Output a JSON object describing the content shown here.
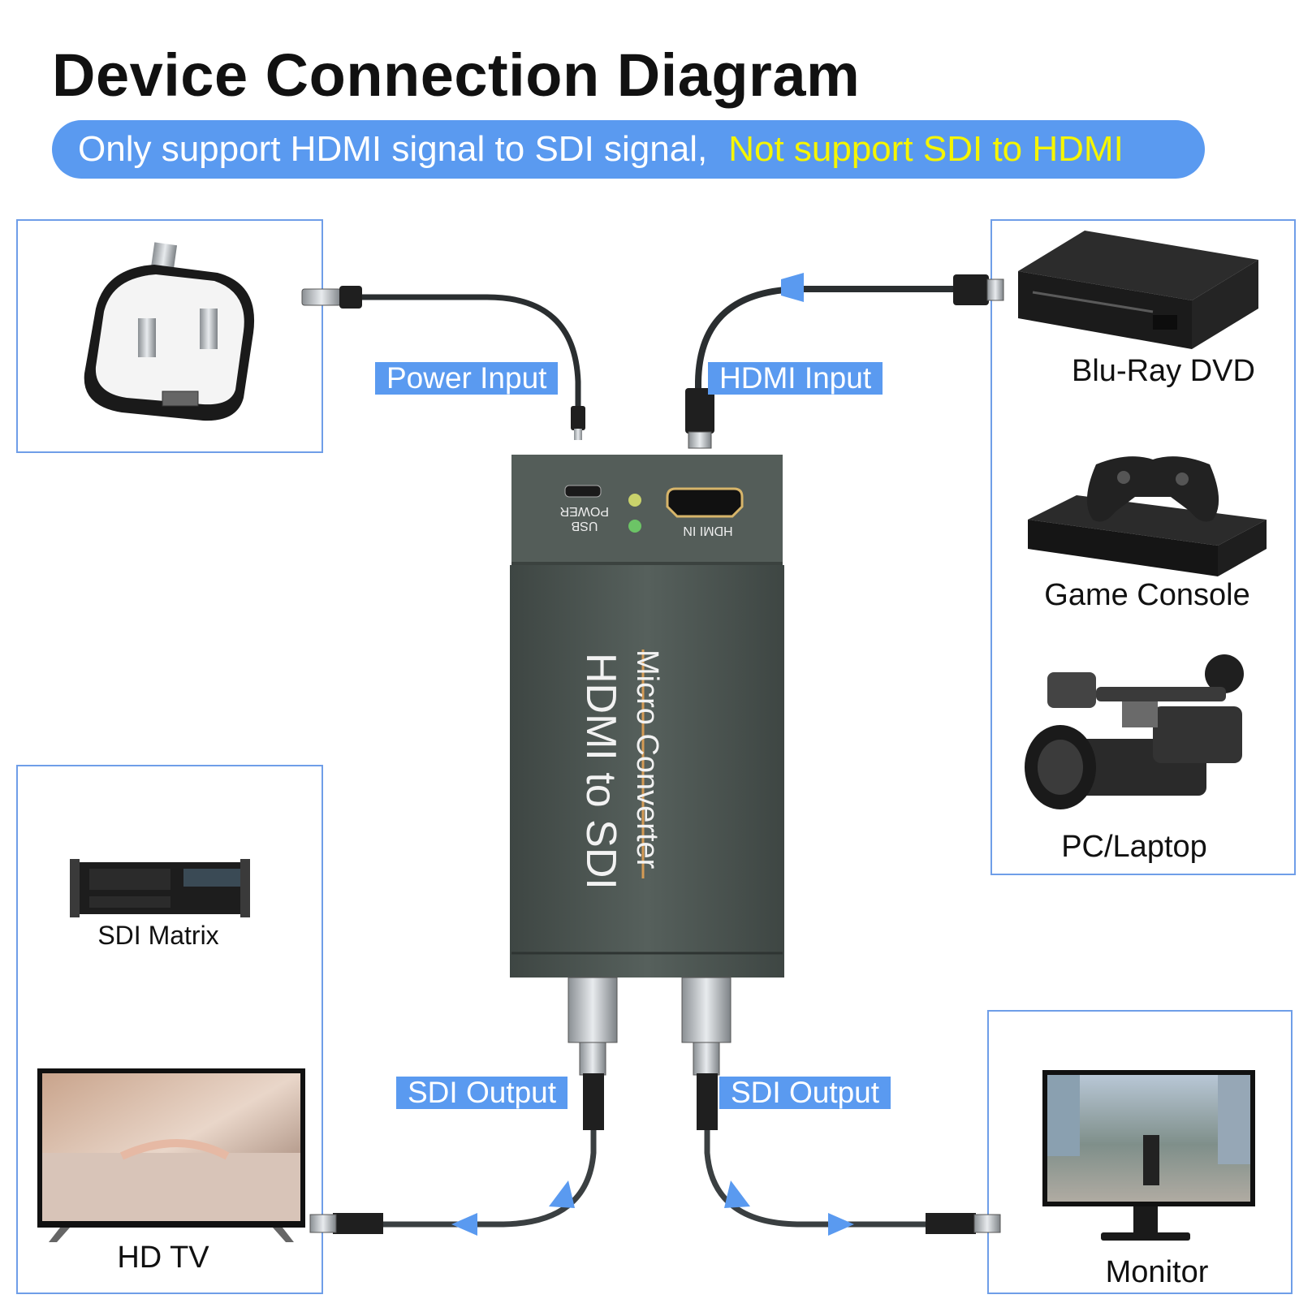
{
  "title": "Device Connection Diagram",
  "banner": {
    "supported": "Only support HDMI signal to SDI signal,",
    "not_supported": "Not support SDI to HDMI"
  },
  "labels": {
    "power_input": "Power Input",
    "hdmi_input": "HDMI Input",
    "sdi_output_left": "SDI Output",
    "sdi_output_right": "SDI Output"
  },
  "sources": [
    "Blu-Ray DVD",
    "Game Console",
    "PC/Laptop"
  ],
  "outputs": {
    "sdi_matrix": "SDI Matrix",
    "hd_tv": "HD TV",
    "monitor": "Monitor"
  },
  "device": {
    "brand_line": "Micro Converter",
    "model_line": "HDMI to SDI",
    "port_usb": "USB",
    "port_power": "POWER",
    "port_hdmi_in": "HDMI IN"
  },
  "colors": {
    "accent": "#5a9af0",
    "highlight": "#f5f500",
    "device_body": "#4a524f",
    "box_border": "#6f9ee8"
  }
}
